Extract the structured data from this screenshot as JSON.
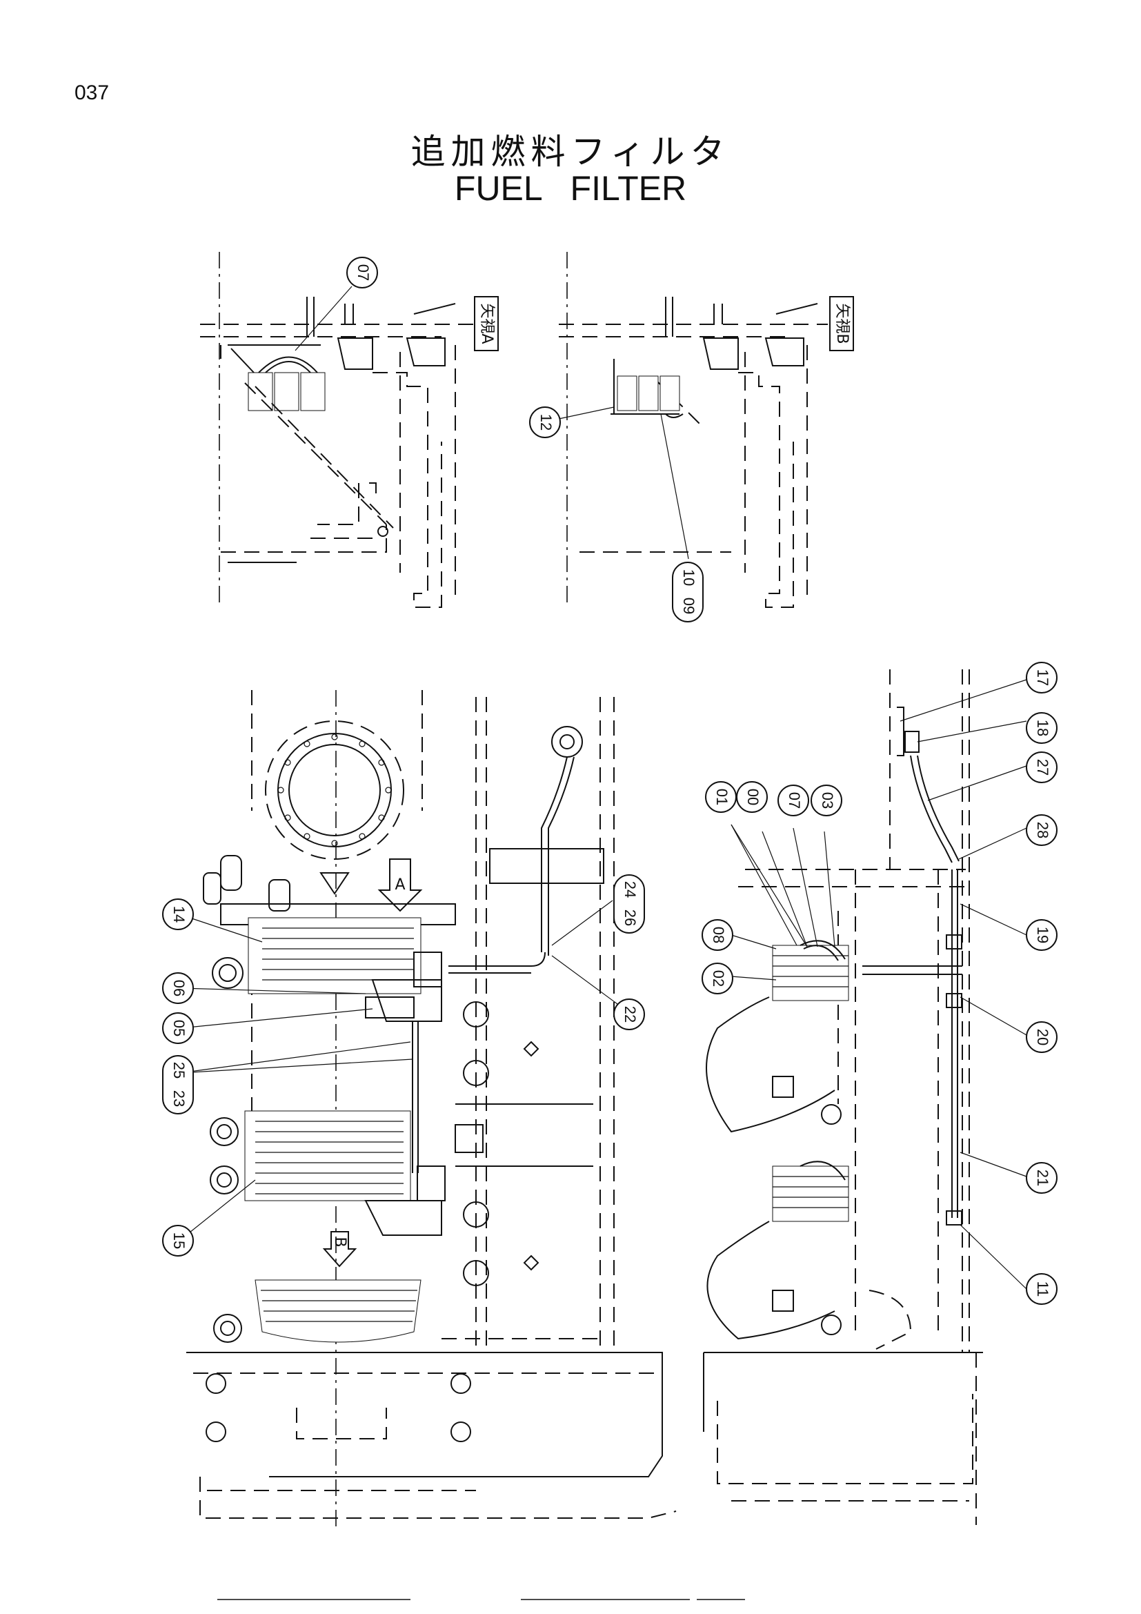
{
  "page_number": "037",
  "title_jp": "追加燃料フィルタ",
  "title_en": "FUEL   FILTER",
  "view_labels": {
    "view_a": "矢視A",
    "view_b": "矢視B",
    "arrow_a": "A",
    "arrow_b": "B"
  },
  "callouts": {
    "top_left": [
      "07"
    ],
    "top_right": [
      "12",
      "10",
      "09"
    ],
    "bottom_left": [
      "14",
      "06",
      "05",
      "25",
      "23",
      "15",
      "24",
      "26",
      "22"
    ],
    "bottom_right": [
      "01",
      "00",
      "07",
      "03",
      "08",
      "02",
      "17",
      "18",
      "27",
      "28",
      "19",
      "20",
      "21",
      "11"
    ]
  }
}
